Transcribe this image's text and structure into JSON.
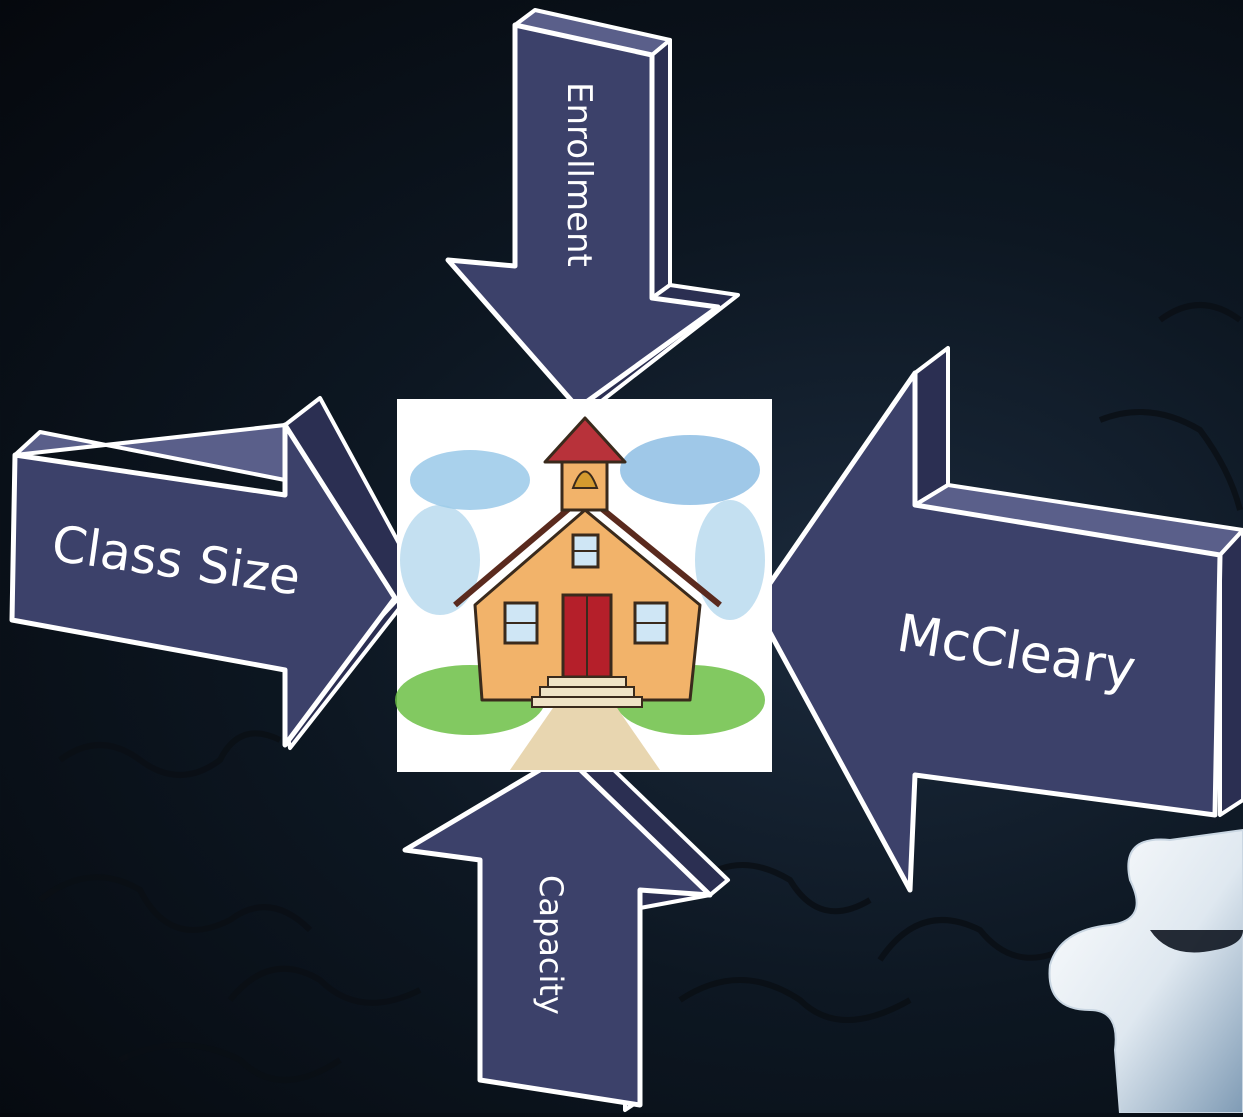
{
  "diagram": {
    "arrows": [
      {
        "id": "enrollment",
        "label": "Enrollment"
      },
      {
        "id": "class-size",
        "label": "Class Size"
      },
      {
        "id": "mccleary",
        "label": "McCleary"
      },
      {
        "id": "capacity",
        "label": "Capacity"
      }
    ],
    "center_image": "schoolhouse-illustration"
  },
  "colors": {
    "arrow_face": "#3c416a",
    "arrow_side": "#2b2f52",
    "arrow_outline": "#ffffff",
    "background_dark": "#070b10",
    "puzzle_light": "#dfe8f0"
  }
}
